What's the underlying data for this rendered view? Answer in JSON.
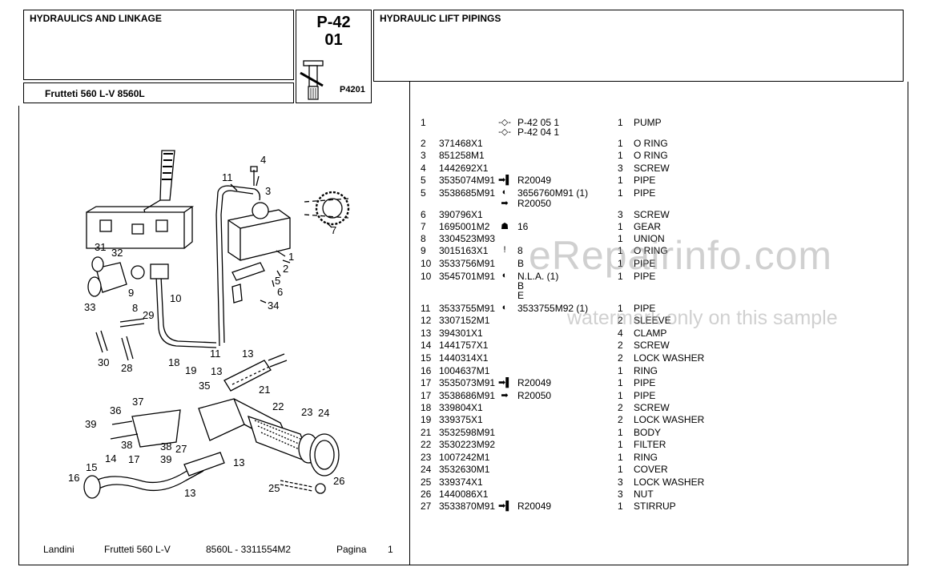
{
  "header": {
    "section_title": "HYDRAULICS AND LINKAGE",
    "model_label": "Frutteti 560 L-V  8560L",
    "plate_line1": "P-42",
    "plate_line2": "01",
    "plate_code": "P4201",
    "group_title": "HYDRAULIC LIFT PIPINGS"
  },
  "parts": [
    {
      "pos": "1",
      "part": "",
      "sym": "ref-icon",
      "ref": "P-42 05  1",
      "qty": "1",
      "desc": "PUMP"
    },
    {
      "pos": "",
      "part": "",
      "sym": "ref-icon",
      "ref": "P-42 04  1",
      "qty": "",
      "desc": ""
    },
    {
      "pos": "2",
      "part": "371468X1",
      "sym": "",
      "ref": "",
      "qty": "1",
      "desc": "O RING"
    },
    {
      "pos": "3",
      "part": "851258M1",
      "sym": "",
      "ref": "",
      "qty": "1",
      "desc": "O RING"
    },
    {
      "pos": "4",
      "part": "1442692X1",
      "sym": "",
      "ref": "",
      "qty": "3",
      "desc": "SCREW"
    },
    {
      "pos": "5",
      "part": "3535074M91",
      "sym": "arrow-bar",
      "ref": "R20049",
      "qty": "1",
      "desc": "PIPE"
    },
    {
      "pos": "5",
      "part": "3538685M91",
      "sym": "half-circle",
      "ref": "3656760M91   (1)",
      "qty": "1",
      "desc": "PIPE"
    },
    {
      "pos": "",
      "part": "",
      "sym": "flag-arrow",
      "ref": "R20050",
      "qty": "",
      "desc": ""
    },
    {
      "pos": "6",
      "part": "390796X1",
      "sym": "",
      "ref": "",
      "qty": "3",
      "desc": "SCREW"
    },
    {
      "pos": "7",
      "part": "1695001M2",
      "sym": "hand",
      "ref": "16",
      "qty": "1",
      "desc": "GEAR"
    },
    {
      "pos": "8",
      "part": "3304523M93",
      "sym": "",
      "ref": "",
      "qty": "1",
      "desc": "UNION"
    },
    {
      "pos": "9",
      "part": "3015163X1",
      "sym": "excl",
      "ref": "8",
      "qty": "1",
      "desc": "O RING"
    },
    {
      "pos": "10",
      "part": "3533756M91",
      "sym": "",
      "ref": "B",
      "qty": "1",
      "desc": "PIPE"
    },
    {
      "pos": "10",
      "part": "3545701M91",
      "sym": "half-circle",
      "ref": "N.L.A.  (1)",
      "qty": "1",
      "desc": "PIPE"
    },
    {
      "pos": "",
      "part": "",
      "sym": "",
      "ref": "B",
      "qty": "",
      "desc": ""
    },
    {
      "pos": "",
      "part": "",
      "sym": "",
      "ref": "E",
      "qty": "",
      "desc": ""
    },
    {
      "pos": "11",
      "part": "3533755M91",
      "sym": "half-circle",
      "ref": "3533755M92  (1)",
      "qty": "1",
      "desc": "PIPE"
    },
    {
      "pos": "12",
      "part": "3307152M1",
      "sym": "",
      "ref": "",
      "qty": "2",
      "desc": "SLEEVE"
    },
    {
      "pos": "13",
      "part": "394301X1",
      "sym": "",
      "ref": "",
      "qty": "4",
      "desc": "CLAMP"
    },
    {
      "pos": "14",
      "part": "1441757X1",
      "sym": "",
      "ref": "",
      "qty": "2",
      "desc": "SCREW"
    },
    {
      "pos": "15",
      "part": "1440314X1",
      "sym": "",
      "ref": "",
      "qty": "2",
      "desc": "LOCK WASHER"
    },
    {
      "pos": "16",
      "part": "1004637M1",
      "sym": "",
      "ref": "",
      "qty": "1",
      "desc": "RING"
    },
    {
      "pos": "17",
      "part": "3535073M91",
      "sym": "arrow-bar",
      "ref": "R20049",
      "qty": "1",
      "desc": "PIPE"
    },
    {
      "pos": "17",
      "part": "3538686M91",
      "sym": "flag-arrow",
      "ref": "R20050",
      "qty": "1",
      "desc": "PIPE"
    },
    {
      "pos": "18",
      "part": "339804X1",
      "sym": "",
      "ref": "",
      "qty": "2",
      "desc": "SCREW"
    },
    {
      "pos": "19",
      "part": "339375X1",
      "sym": "",
      "ref": "",
      "qty": "2",
      "desc": "LOCK WASHER"
    },
    {
      "pos": "21",
      "part": "3532598M91",
      "sym": "",
      "ref": "",
      "qty": "1",
      "desc": "BODY"
    },
    {
      "pos": "22",
      "part": "3530223M92",
      "sym": "",
      "ref": "",
      "qty": "1",
      "desc": "FILTER"
    },
    {
      "pos": "23",
      "part": "1007242M1",
      "sym": "",
      "ref": "",
      "qty": "1",
      "desc": "RING"
    },
    {
      "pos": "24",
      "part": "3532630M1",
      "sym": "",
      "ref": "",
      "qty": "1",
      "desc": "COVER"
    },
    {
      "pos": "25",
      "part": "339374X1",
      "sym": "",
      "ref": "",
      "qty": "3",
      "desc": "LOCK WASHER"
    },
    {
      "pos": "26",
      "part": "1440086X1",
      "sym": "",
      "ref": "",
      "qty": "3",
      "desc": "NUT"
    },
    {
      "pos": "27",
      "part": "3533870M91",
      "sym": "arrow-bar",
      "ref": "R20049",
      "qty": "1",
      "desc": "STIRRUP"
    }
  ],
  "row_tops": [
    146,
    158,
    172,
    187,
    203,
    218,
    234,
    247,
    261,
    276,
    291,
    306,
    322,
    338,
    350,
    362,
    378,
    393,
    409,
    424,
    440,
    456,
    471,
    487,
    502,
    517,
    533,
    548,
    564,
    579,
    595,
    610,
    625
  ],
  "symbols": {
    "ref-icon": "-◇-",
    "arrow-bar": "➡▌",
    "half-circle": "◐",
    "flag-arrow": "➡",
    "hand": "☗",
    "excl": "!"
  },
  "footer": {
    "brand": "Landini",
    "model": "Frutteti 560 L-V",
    "code": "8560L - 3311554M2",
    "page_label": "Pagina",
    "page_number": "1"
  },
  "watermark": {
    "main": "eRepairinfo.com",
    "sub": "watermark only on this sample"
  },
  "callouts": [
    "1",
    "2",
    "3",
    "4",
    "5",
    "6",
    "7",
    "8",
    "9",
    "10",
    "11",
    "11",
    "13",
    "13",
    "13",
    "13",
    "14",
    "15",
    "16",
    "17",
    "18",
    "19",
    "21",
    "22",
    "23",
    "24",
    "25",
    "26",
    "27",
    "28",
    "29",
    "30",
    "31",
    "32",
    "33",
    "34",
    "35",
    "36",
    "37",
    "38",
    "38",
    "39",
    "39"
  ]
}
